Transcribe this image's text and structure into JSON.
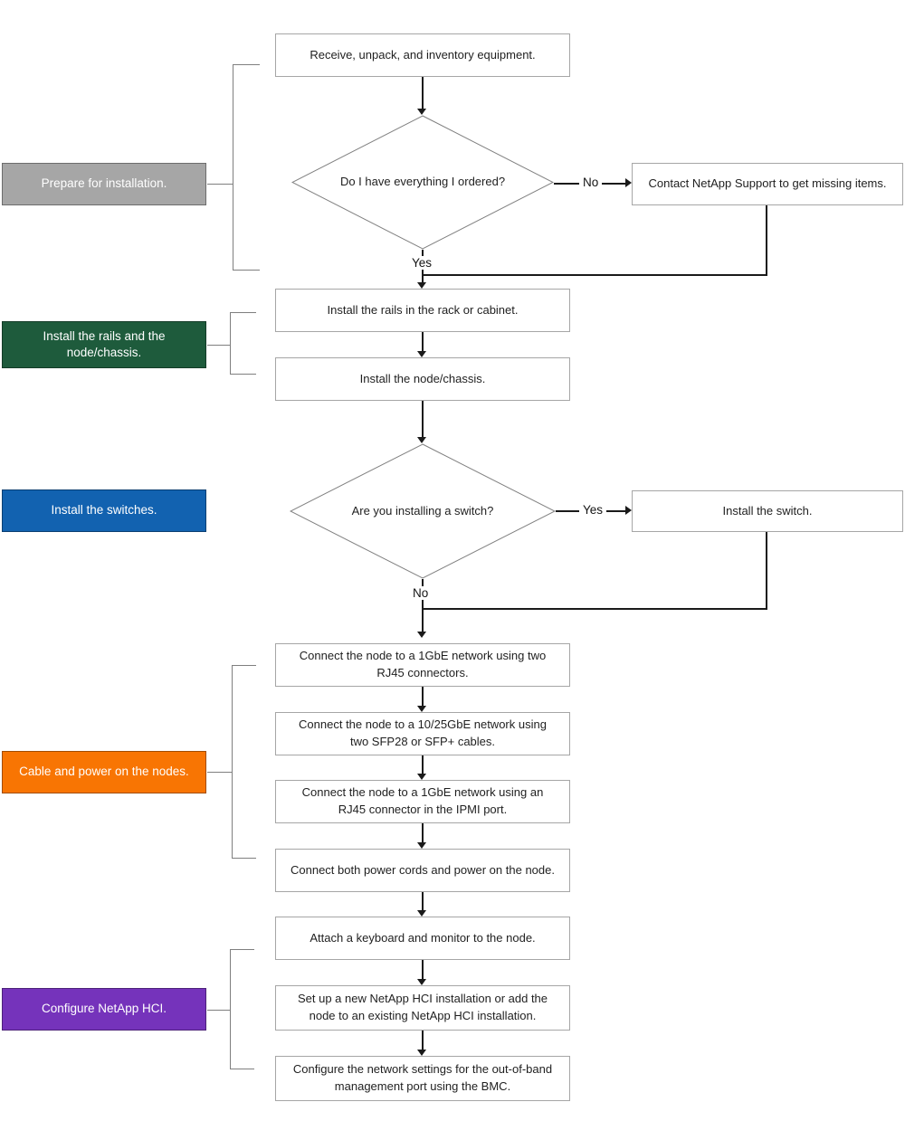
{
  "sections": [
    {
      "label": "Prepare for installation.",
      "color": "#a6a6a6"
    },
    {
      "label": "Install the rails and the node/chassis.",
      "color": "#1e5b3c"
    },
    {
      "label": "Install the switches.",
      "color": "#1262b0"
    },
    {
      "label": "Cable and power on the nodes.",
      "color": "#f87503"
    },
    {
      "label": "Configure NetApp HCI.",
      "color": "#7533bb"
    }
  ],
  "flow": {
    "receive": "Receive, unpack, and inventory equipment.",
    "decision_ordered": "Do I have everything I ordered?",
    "contact_support": "Contact NetApp Support to get missing items.",
    "install_rails": "Install the rails in the rack or cabinet.",
    "install_chassis": "Install the node/chassis.",
    "decision_switch": "Are you installing a switch?",
    "install_switch": "Install the switch.",
    "connect_1gbe": "Connect the node to a 1GbE network using two RJ45 connectors.",
    "connect_10_25gbe": "Connect the node to a 10/25GbE network using two SFP28 or SFP+ cables.",
    "connect_ipmi": "Connect the node to a 1GbE network using an RJ45 connector in the IPMI port.",
    "connect_power": "Connect both power cords and power on the node.",
    "attach_keyboard": "Attach a keyboard and monitor to the node.",
    "setup_hci": "Set up a new NetApp HCI installation or add the node to an existing NetApp HCI installation.",
    "configure_bmc": "Configure the network settings for the out-of-band management port using the BMC."
  },
  "edge_labels": {
    "no_missing": "No",
    "yes_ordered": "Yes",
    "yes_switch": "Yes",
    "no_switch": "No"
  }
}
